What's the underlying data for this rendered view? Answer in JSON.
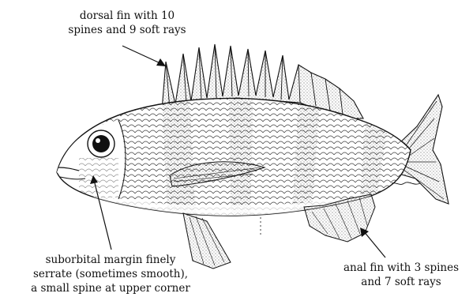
{
  "labels": {
    "dorsal_fin": {
      "line1": "dorsal fin with 10",
      "line2": "spines and 9 soft rays"
    },
    "suborbital": {
      "line1": "suborbital margin finely",
      "line2": "serrate (sometimes smooth),",
      "line3": "a small spine at upper corner"
    },
    "anal_fin": {
      "line1": "anal fin with 3 spines",
      "line2": "and 7 soft rays"
    }
  },
  "colors": {
    "ink": "#111111",
    "paper": "#ffffff"
  }
}
